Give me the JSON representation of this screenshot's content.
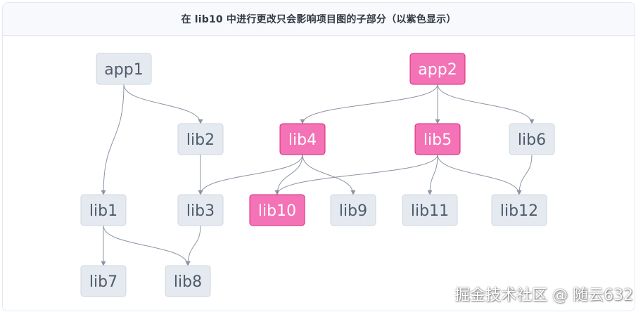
{
  "title": "在 lib10 中进行更改只会影响项目图的子部分（以紫色显示）",
  "watermark": "掘金技术社区 @ 随云632",
  "colors": {
    "node_fill": "#e5eaf1",
    "node_stroke": "#cfd7e1",
    "node_text": "#4f5b6b",
    "highlight_fill": "#f472b6",
    "highlight_stroke": "#db2777",
    "highlight_text": "#ffffff",
    "edge": "#8a94a3"
  },
  "nodes": [
    {
      "id": "app1",
      "label": "app1",
      "highlighted": false
    },
    {
      "id": "app2",
      "label": "app2",
      "highlighted": true
    },
    {
      "id": "lib2",
      "label": "lib2",
      "highlighted": false
    },
    {
      "id": "lib4",
      "label": "lib4",
      "highlighted": true
    },
    {
      "id": "lib5",
      "label": "lib5",
      "highlighted": true
    },
    {
      "id": "lib6",
      "label": "lib6",
      "highlighted": false
    },
    {
      "id": "lib1",
      "label": "lib1",
      "highlighted": false
    },
    {
      "id": "lib3",
      "label": "lib3",
      "highlighted": false
    },
    {
      "id": "lib10",
      "label": "lib10",
      "highlighted": true
    },
    {
      "id": "lib9",
      "label": "lib9",
      "highlighted": false
    },
    {
      "id": "lib11",
      "label": "lib11",
      "highlighted": false
    },
    {
      "id": "lib12",
      "label": "lib12",
      "highlighted": false
    },
    {
      "id": "lib7",
      "label": "lib7",
      "highlighted": false
    },
    {
      "id": "lib8",
      "label": "lib8",
      "highlighted": false
    }
  ],
  "edges": [
    {
      "from": "app1",
      "to": "lib1"
    },
    {
      "from": "app1",
      "to": "lib2"
    },
    {
      "from": "lib2",
      "to": "lib3"
    },
    {
      "from": "lib1",
      "to": "lib7"
    },
    {
      "from": "lib1",
      "to": "lib8"
    },
    {
      "from": "lib3",
      "to": "lib8"
    },
    {
      "from": "app2",
      "to": "lib4"
    },
    {
      "from": "app2",
      "to": "lib5"
    },
    {
      "from": "app2",
      "to": "lib6"
    },
    {
      "from": "lib4",
      "to": "lib3"
    },
    {
      "from": "lib4",
      "to": "lib10"
    },
    {
      "from": "lib4",
      "to": "lib9"
    },
    {
      "from": "lib5",
      "to": "lib10"
    },
    {
      "from": "lib5",
      "to": "lib11"
    },
    {
      "from": "lib5",
      "to": "lib12"
    },
    {
      "from": "lib6",
      "to": "lib12"
    }
  ]
}
